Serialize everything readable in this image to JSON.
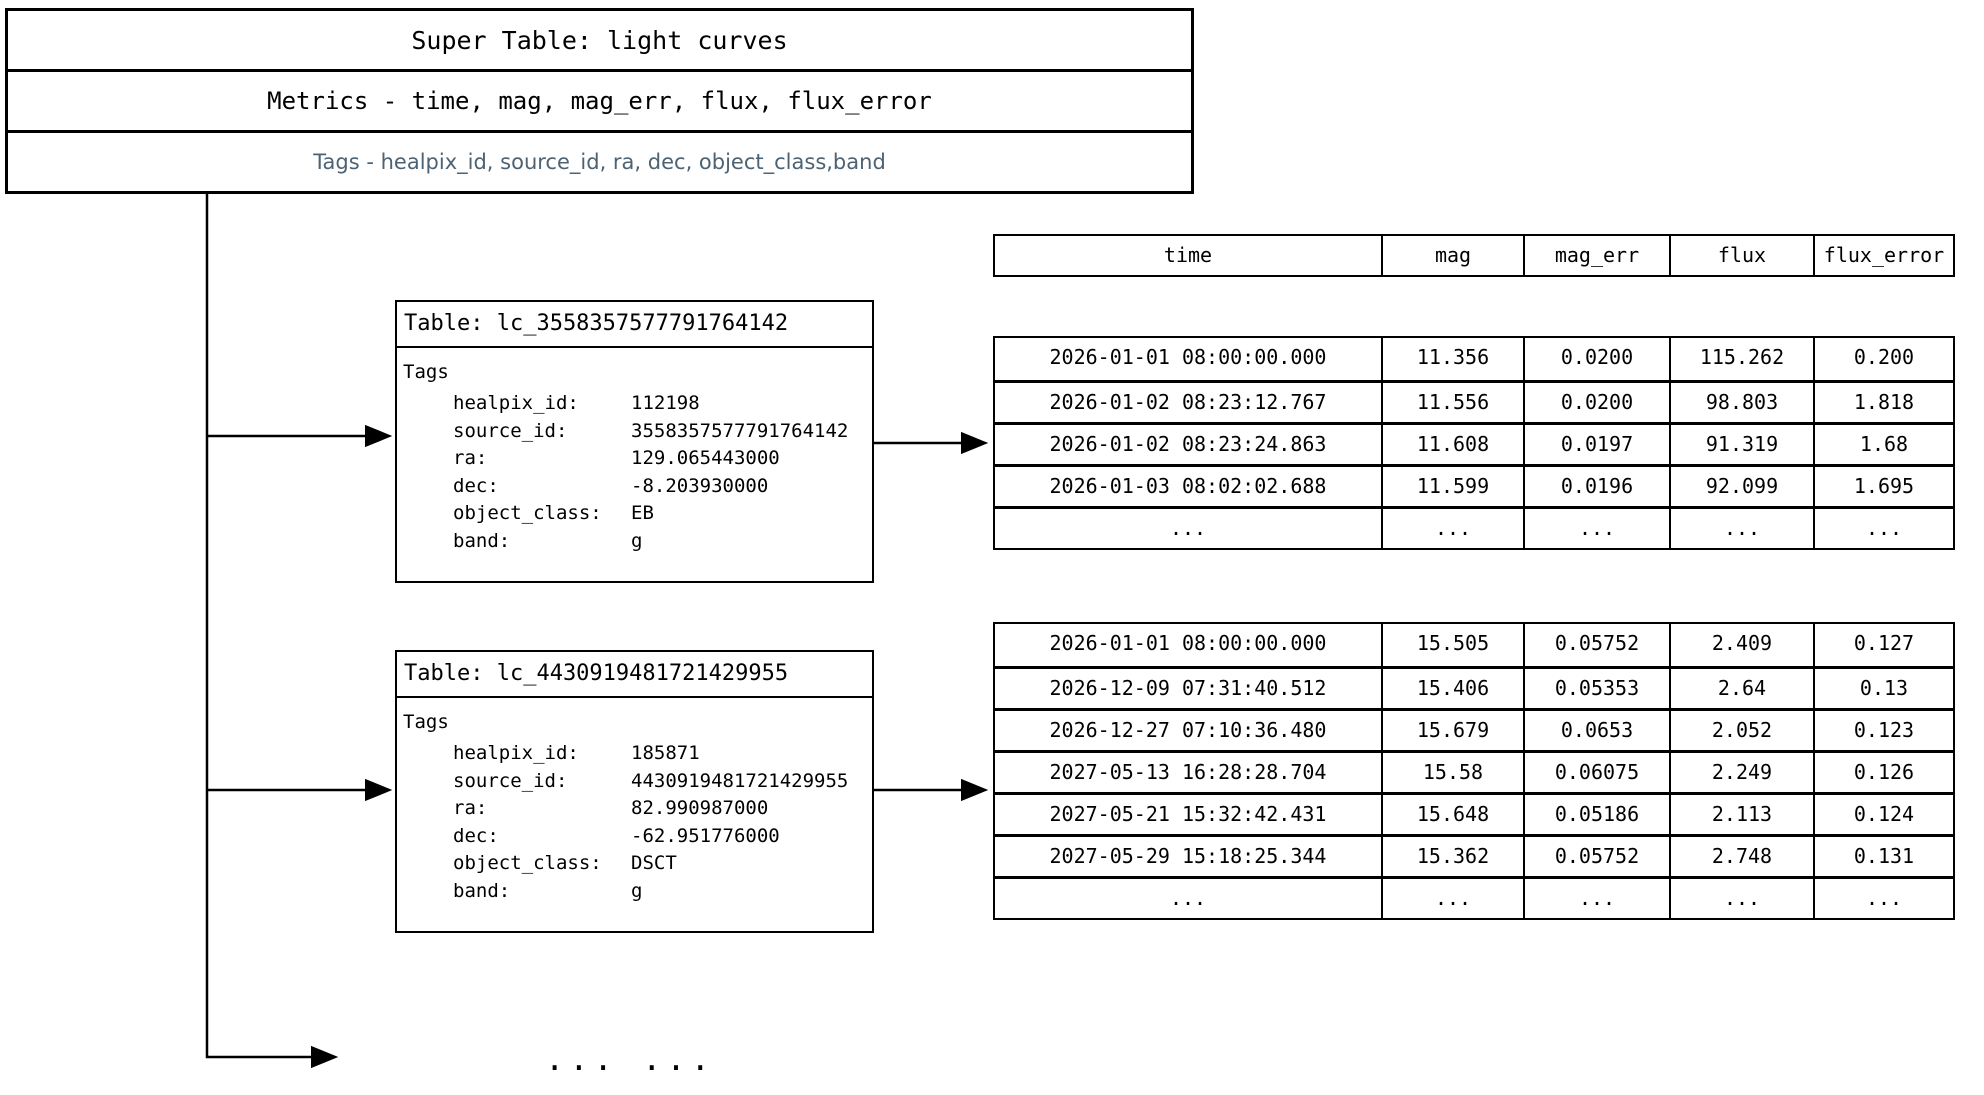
{
  "super_table": {
    "title": "Super Table: light curves",
    "metrics": "Metrics - time, mag, mag_err, flux, flux_error",
    "tags": "Tags - healpix_id, source_id, ra, dec, object_class,band",
    "tags_color": "#4d6373"
  },
  "columns": [
    "time",
    "mag",
    "mag_err",
    "flux",
    "flux_error"
  ],
  "child_tables": [
    {
      "title": "Table: lc_3558357577791764142",
      "tags_label": "Tags",
      "tags": [
        {
          "key": "healpix_id:",
          "value": "112198"
        },
        {
          "key": "source_id:",
          "value": "3558357577791764142"
        },
        {
          "key": "ra:",
          "value": "129.065443000"
        },
        {
          "key": "dec:",
          "value": "-8.203930000"
        },
        {
          "key": "object_class:",
          "value": "EB"
        },
        {
          "key": "band:",
          "value": "g"
        }
      ],
      "rows": [
        [
          "2026-01-01 08:00:00.000",
          "11.356",
          "0.0200",
          "115.262",
          "0.200"
        ],
        [
          "2026-01-02 08:23:12.767",
          "11.556",
          "0.0200",
          "98.803",
          "1.818"
        ],
        [
          "2026-01-02 08:23:24.863",
          "11.608",
          "0.0197",
          "91.319",
          "1.68"
        ],
        [
          "2026-01-03 08:02:02.688",
          "11.599",
          "0.0196",
          "92.099",
          "1.695"
        ],
        [
          "...",
          "...",
          "...",
          "...",
          "..."
        ]
      ]
    },
    {
      "title": "Table: lc_4430919481721429955",
      "tags_label": "Tags",
      "tags": [
        {
          "key": "healpix_id:",
          "value": "185871"
        },
        {
          "key": "source_id:",
          "value": "4430919481721429955"
        },
        {
          "key": "ra:",
          "value": "82.990987000"
        },
        {
          "key": "dec:",
          "value": "-62.951776000"
        },
        {
          "key": "object_class:",
          "value": "DSCT"
        },
        {
          "key": "band:",
          "value": "g"
        }
      ],
      "rows": [
        [
          "2026-01-01 08:00:00.000",
          "15.505",
          "0.05752",
          "2.409",
          "0.127"
        ],
        [
          "2026-12-09 07:31:40.512",
          "15.406",
          "0.05353",
          "2.64",
          "0.13"
        ],
        [
          "2026-12-27 07:10:36.480",
          "15.679",
          "0.0653",
          "2.052",
          "0.123"
        ],
        [
          "2027-05-13 16:28:28.704",
          "15.58",
          "0.06075",
          "2.249",
          "0.126"
        ],
        [
          "2027-05-21 15:32:42.431",
          "15.648",
          "0.05186",
          "2.113",
          "0.124"
        ],
        [
          "2027-05-29 15:18:25.344",
          "15.362",
          "0.05752",
          "2.748",
          "0.131"
        ],
        [
          "...",
          "...",
          "...",
          "...",
          "..."
        ]
      ]
    }
  ],
  "more_tables_ellipsis": "... ..."
}
